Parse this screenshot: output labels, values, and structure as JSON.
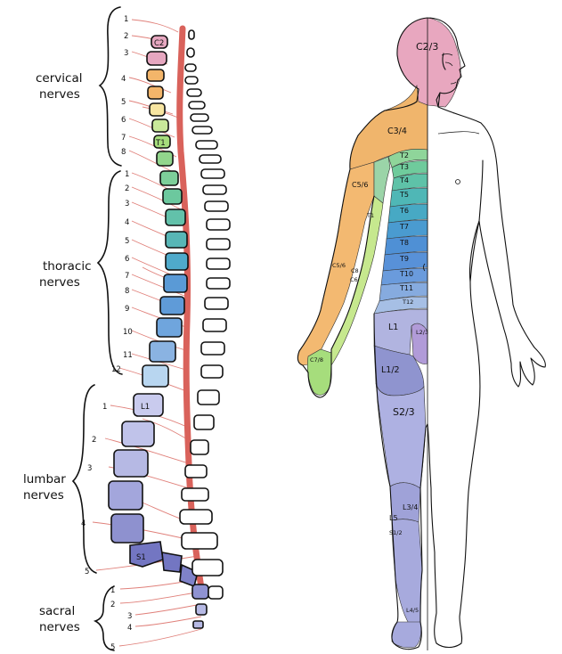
{
  "spine": {
    "cervical": {
      "label_line1": "cervical",
      "label_line2": "nerves",
      "numbers": [
        "1",
        "2",
        "3",
        "4",
        "5",
        "6",
        "7",
        "8"
      ]
    },
    "thoracic": {
      "label_line1": "thoracic",
      "label_line2": "nerves",
      "numbers": [
        "1",
        "2",
        "3",
        "4",
        "5",
        "6",
        "7",
        "8",
        "9",
        "10",
        "11",
        "12"
      ]
    },
    "lumbar": {
      "label_line1": "lumbar",
      "label_line2": "nerves",
      "numbers": [
        "1",
        "2",
        "3",
        "4",
        "5"
      ]
    },
    "sacral": {
      "label_line1": "sacral",
      "label_line2": "nerves",
      "numbers": [
        "1",
        "2",
        "3",
        "4",
        "5"
      ]
    },
    "vertebra_labels": {
      "c2": "C2",
      "t1": "T1",
      "l1": "L1",
      "s1": "S1"
    }
  },
  "body": {
    "dermatomes": [
      {
        "id": "c23",
        "label": "C2/3",
        "color": "#e8a7bf"
      },
      {
        "id": "c34",
        "label": "C3/4",
        "color": "#f0b56c"
      },
      {
        "id": "c56",
        "label": "C5/6",
        "color": "#f2b66a"
      },
      {
        "id": "c5t1",
        "label": "C5/6",
        "color": "#f3b971"
      },
      {
        "id": "c7",
        "label": "C7/8",
        "color": "#a6dd7c"
      },
      {
        "id": "c8",
        "label": "C8",
        "color": "#c6e88e"
      },
      {
        "id": "c6t1",
        "label": "C6",
        "color": "#c6e88e"
      },
      {
        "id": "t1",
        "label": "T1",
        "color": "#9bd4a8"
      },
      {
        "id": "t2",
        "label": "T2",
        "color": "#8fd59a"
      },
      {
        "id": "t3",
        "label": "T3",
        "color": "#6fcb9c"
      },
      {
        "id": "t4",
        "label": "T4",
        "color": "#5ec2a8"
      },
      {
        "id": "t5",
        "label": "T5",
        "color": "#4fb7b6"
      },
      {
        "id": "t6",
        "label": "T6",
        "color": "#47a9c4"
      },
      {
        "id": "t7",
        "label": "T7",
        "color": "#4a9bd0"
      },
      {
        "id": "t8",
        "label": "T8",
        "color": "#4f90d5"
      },
      {
        "id": "t9",
        "label": "T9",
        "color": "#5891d8"
      },
      {
        "id": "t10",
        "label": "T10",
        "color": "#6a9bdc"
      },
      {
        "id": "t11",
        "label": "T11",
        "color": "#86abdf"
      },
      {
        "id": "t12",
        "label": "T12",
        "color": "#a6bfe5"
      },
      {
        "id": "l1",
        "label": "L1",
        "color": "#b1b4e0"
      },
      {
        "id": "l12",
        "label": "L1/2",
        "color": "#8f94cf"
      },
      {
        "id": "l23",
        "label": "L2/3",
        "color": "#b19bd8"
      },
      {
        "id": "s23",
        "label": "S2/3",
        "color": "#aeb1e2"
      },
      {
        "id": "l34",
        "label": "L3/4",
        "color": "#9fa2d8"
      },
      {
        "id": "l5",
        "label": "L5",
        "color": "#a7aadd"
      },
      {
        "id": "s12",
        "label": "S1/2",
        "color": "#a7aadd"
      },
      {
        "id": "l45",
        "label": "L4/5",
        "color": "#a7aadd"
      }
    ]
  }
}
